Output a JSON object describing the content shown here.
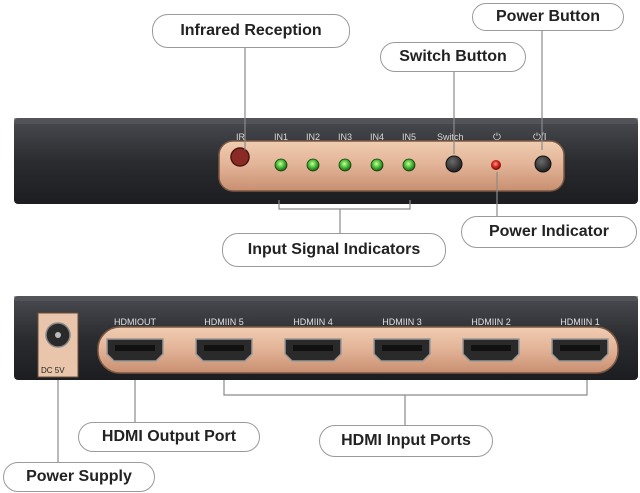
{
  "callouts": {
    "infrared": "Infrared Reception",
    "power_button": "Power Button",
    "switch_button": "Switch Button",
    "input_signal": "Input Signal Indicators",
    "power_indicator": "Power Indicator",
    "hdmi_output": "HDMI Output Port",
    "hdmi_inputs": "HDMI Input Ports",
    "power_supply": "Power Supply"
  },
  "front_panel": {
    "ir_label": "IR",
    "input_labels": [
      "IN1",
      "IN2",
      "IN3",
      "IN4",
      "IN5"
    ],
    "switch_label": "Switch",
    "power_led_symbol": "⏻",
    "power_button_symbol": "⏻/I",
    "led_color": "#4caf50",
    "power_led_color": "#e53935"
  },
  "back_panel": {
    "dc_label": "DC 5V",
    "port_labels": [
      "HDMIOUT",
      "HDMIIN 5",
      "HDMIIN 4",
      "HDMIIN 3",
      "HDMIIN 2",
      "HDMIIN 1"
    ]
  },
  "colors": {
    "body": "#2e2f33",
    "panel_trim": "#c89a7c",
    "panel_fill": "#e2b89c"
  }
}
